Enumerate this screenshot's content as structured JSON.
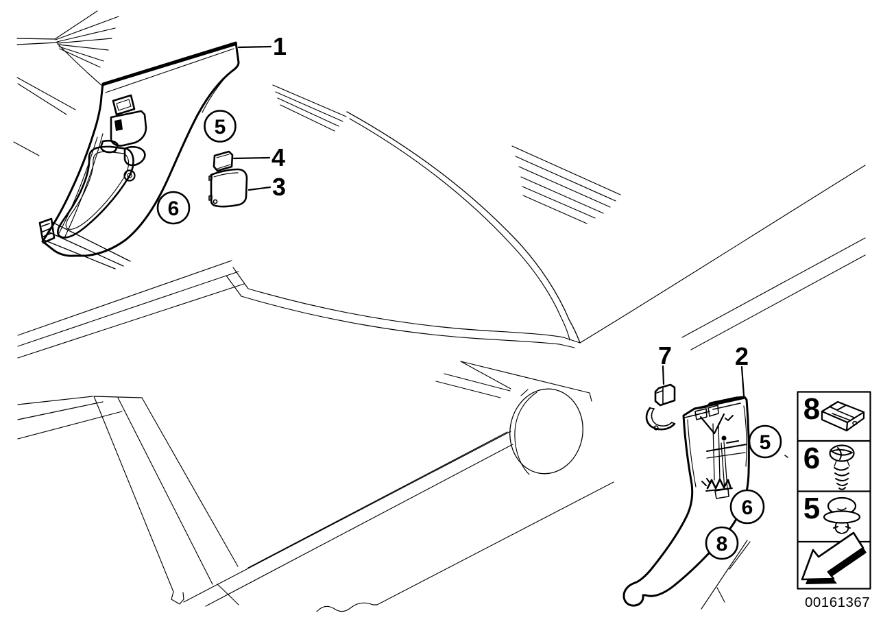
{
  "doc_number": "00161367",
  "labels": {
    "p1": "1",
    "p2": "2",
    "p3": "3",
    "p4": "4",
    "p7": "7"
  },
  "callouts": {
    "left_5": "5",
    "left_6": "6",
    "right_5": "5",
    "right_6": "6",
    "right_8": "8"
  },
  "legend": {
    "rows": [
      {
        "num": "8",
        "icon": "expanding-clip-icon"
      },
      {
        "num": "6",
        "icon": "phillips-screw-icon"
      },
      {
        "num": "5",
        "icon": "push-rivet-icon"
      },
      {
        "num": "",
        "icon": "direction-arrow-icon"
      }
    ]
  },
  "colors": {
    "line": "#000000",
    "background": "#ffffff"
  }
}
